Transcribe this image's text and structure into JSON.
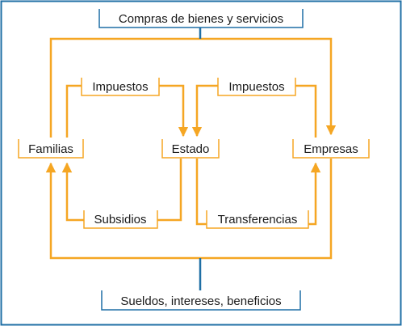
{
  "colors": {
    "frame": "#1f6fa5",
    "flow": "#f5a623",
    "text": "#1a1a1a"
  },
  "diagram": {
    "top_label": "Compras de bienes y servicios",
    "bottom_label": "Sueldos, intereses, beneficios",
    "nodes": {
      "familias": "Familias",
      "estado": "Estado",
      "empresas": "Empresas"
    },
    "flows": {
      "impuestos_familias": "Impuestos",
      "impuestos_empresas": "Impuestos",
      "subsidios": "Subsidios",
      "transferencias": "Transferencias"
    }
  }
}
